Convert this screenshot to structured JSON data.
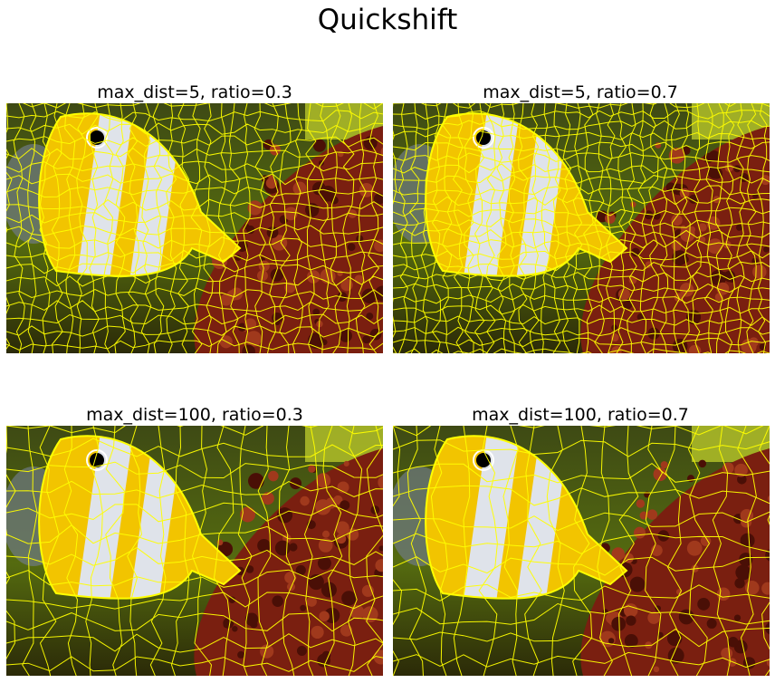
{
  "figure": {
    "title": "Quickshift",
    "panels": [
      {
        "title": "max_dist=5, ratio=0.3"
      },
      {
        "title": "max_dist=5, ratio=0.7"
      },
      {
        "title": "max_dist=100, ratio=0.3"
      },
      {
        "title": "max_dist=100, ratio=0.7"
      }
    ]
  },
  "colors": {
    "boundary": "#ffff00",
    "fish_yellow": "#f2c400",
    "fish_white": "#dfe3ea",
    "coral": "#7a1f10",
    "background_green": "#556b10"
  },
  "image_content": "butterflyfish-with-coral-superpixel-boundaries"
}
